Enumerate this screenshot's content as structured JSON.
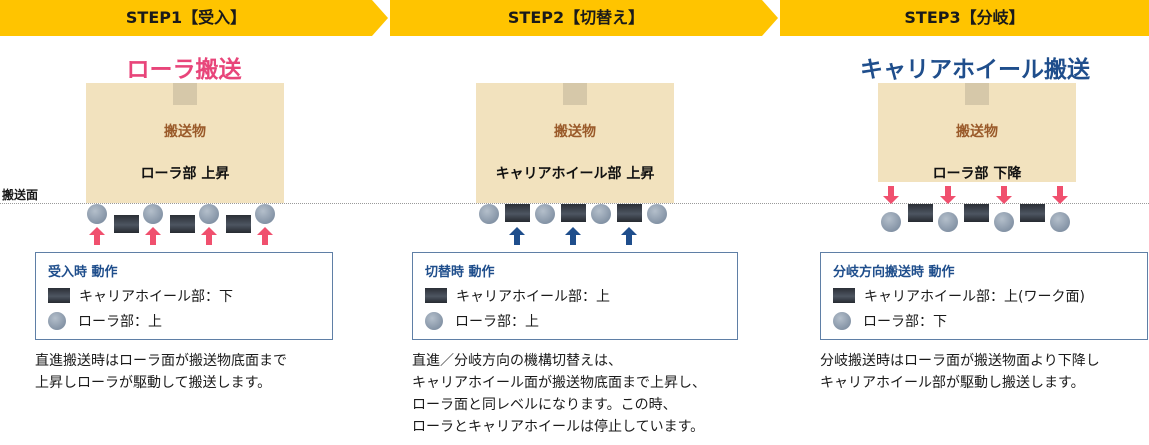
{
  "steps": [
    {
      "label": "STEP1【受入】",
      "mode_title": "ローラ搬送",
      "box_label": "搬送物",
      "box_state": "ローラ部 上昇",
      "legend_heading": "受入時 動作",
      "legend_wheel": "キャリアホイール部：下",
      "legend_roller": "ローラ部：上",
      "desc": [
        "直進搬送時はローラ面が搬送物底面まで",
        "上昇しローラが駆動して搬送します。"
      ]
    },
    {
      "label": "STEP2【切替え】",
      "mode_title": "",
      "box_label": "搬送物",
      "box_state": "キャリアホイール部 上昇",
      "legend_heading": "切替時 動作",
      "legend_wheel": "キャリアホイール部：上",
      "legend_roller": "ローラ部：上",
      "desc": [
        "直進／分岐方向の機構切替えは、",
        "キャリアホイール面が搬送物底面まで上昇し、",
        "ローラ面と同レベルになります。この時、",
        "ローラとキャリアホイールは停止しています。"
      ]
    },
    {
      "label": "STEP3【分岐】",
      "mode_title": "キャリアホイール搬送",
      "box_label": "搬送物",
      "box_state": "ローラ部 下降",
      "legend_heading": "分岐方向搬送時 動作",
      "legend_wheel": "キャリアホイール部：上(ワーク面)",
      "legend_roller": "ローラ部：下",
      "desc": [
        "分岐搬送時はローラ面が搬送物面より下降し",
        "キャリアホイール部が駆動し搬送します。"
      ]
    }
  ],
  "surface_label": "搬送面",
  "colors": {
    "banner": "#ffc400",
    "mode1": "#e8457a",
    "mode3": "#1f4e8c",
    "arrow_up_red": "#f0506e",
    "arrow_up_blue": "#1f4e8c",
    "arrow_down_red": "#f0506e",
    "box": "#f2e2be",
    "legend_border": "#5f7fa6"
  }
}
